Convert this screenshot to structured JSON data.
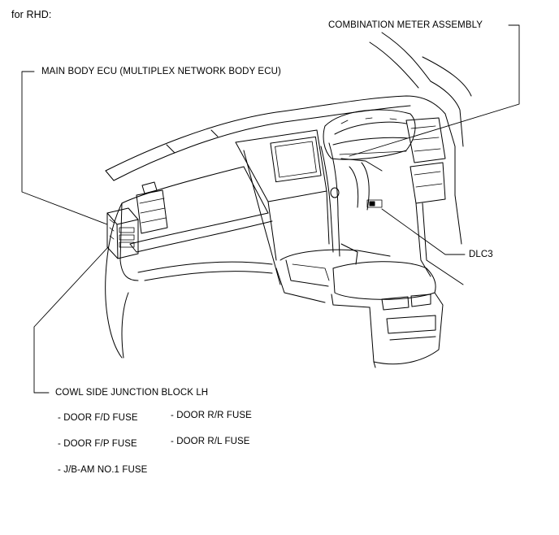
{
  "heading": "for RHD:",
  "labels": {
    "combination_meter": "COMBINATION METER ASSEMBLY",
    "main_body_ecu": "MAIN BODY ECU (MULTIPLEX NETWORK BODY ECU)",
    "dlc3": "DLC3",
    "cowl_side_jb": "COWL SIDE JUNCTION BLOCK LH"
  },
  "fuses": [
    "- DOOR F/D FUSE",
    "- DOOR R/R FUSE",
    "- DOOR F/P FUSE",
    "- DOOR R/L FUSE",
    "- J/B-AM NO.1 FUSE"
  ]
}
